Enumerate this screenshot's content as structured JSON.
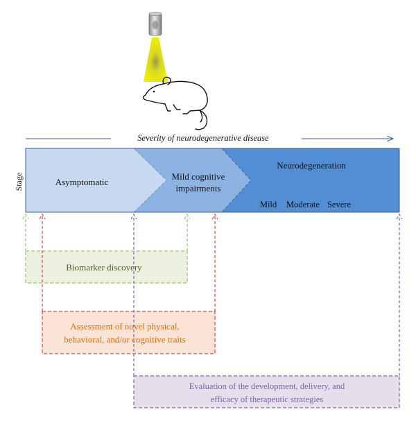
{
  "severity_label": "Severity of neurodegenerative disease",
  "stage_label": "Stage",
  "stages": {
    "asymptomatic": "Asymptomatic",
    "mci_line1": "Mild cognitive",
    "mci_line2": "impairments",
    "neuro": "Neurodegeneration",
    "mild": "Mild",
    "moderate": "Moderate",
    "severe": "Severe"
  },
  "boxes": {
    "biomarker": "Biomarker discovery",
    "assessment_line1": "Assessment of novel physical,",
    "assessment_line2": "behavioral, and/or cognitive traits",
    "evaluation_line1": "Evaluation of the development, delivery, and",
    "evaluation_line2": "efficacy of therapeutic strategies"
  },
  "colors": {
    "asymptomatic_fill": "#c6d9f0",
    "mci_fill": "#8db3e2",
    "neuro_fill": "#538ed5",
    "green": "#8cc971",
    "green_fill": "#ebf1de",
    "green_text": "#4f6228",
    "red": "#e8413a",
    "orange_fill": "#fbe4d5",
    "orange_text": "#e36c09",
    "purple": "#8064a2",
    "purple_fill": "#e5dfec",
    "purple_text": "#7f62a8",
    "beam": "#e6e600",
    "arrow_line": "#3a5f8f"
  },
  "icons": [
    "imaging-device-icon",
    "light-beam-icon",
    "mouse-icon"
  ]
}
